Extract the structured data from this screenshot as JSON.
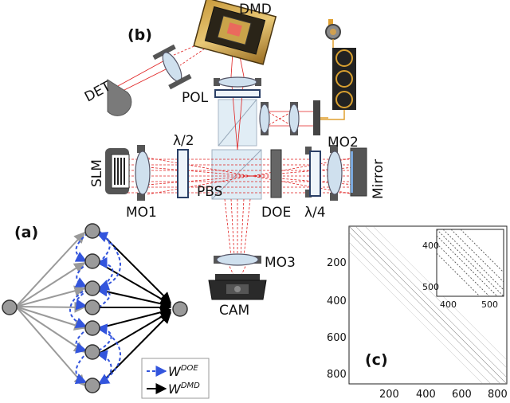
{
  "panel_labels": {
    "a": "(a)",
    "b": "(b)",
    "c": "(c)"
  },
  "components": {
    "dmd": "DMD",
    "det": "DET",
    "pol": "POL",
    "slm": "SLM",
    "half_wave": "λ/2",
    "pbs": "PBS",
    "doe": "DOE",
    "quarter_wave": "λ/4",
    "mo1": "MO1",
    "mo2": "MO2",
    "mo3": "MO3",
    "mirror": "Mirror",
    "cam": "CAM"
  },
  "legend": {
    "doe_base": "W",
    "doe_sup": "DOE",
    "dmd_base": "W",
    "dmd_sup": "DMD"
  },
  "colors": {
    "beam": "#e02020",
    "doe_arrow": "#3355dd",
    "dmd_arrow": "#000000",
    "input_arrow": "#9a9a9a",
    "node_fill": "#9a9a9a",
    "optic_glass": "#cfe0ee",
    "mount": "#555555"
  },
  "matrix": {
    "main_x_ticks": [
      "200",
      "400",
      "600",
      "800"
    ],
    "main_y_ticks": [
      "200",
      "400",
      "600",
      "800"
    ],
    "inset_x_ticks": [
      "400",
      "500"
    ],
    "inset_y_ticks": [
      "400",
      "500"
    ]
  }
}
